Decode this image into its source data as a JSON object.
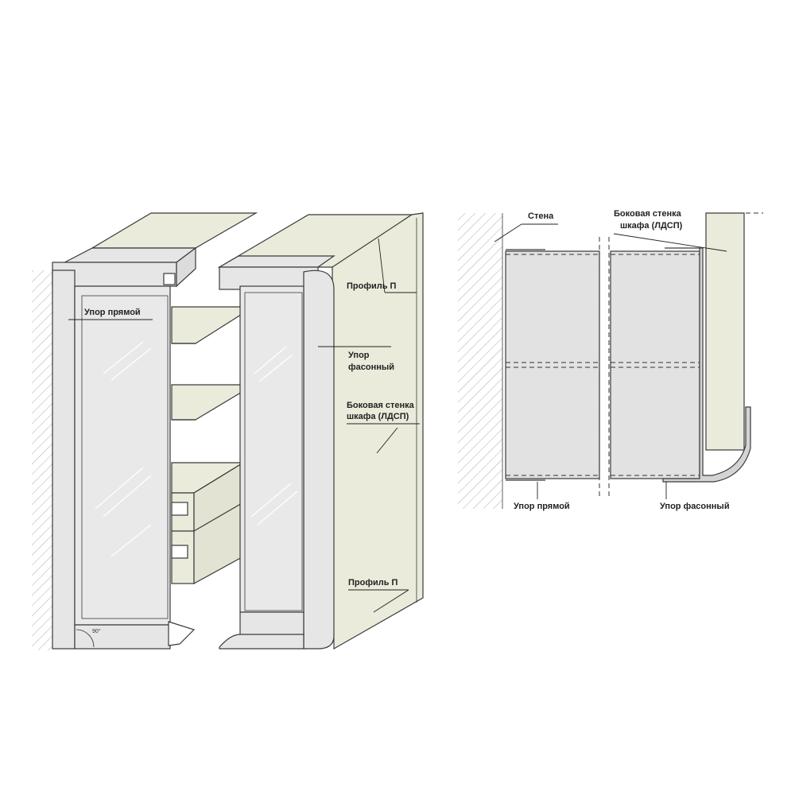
{
  "left_view": {
    "labels": {
      "straight_stop": "Упор прямой",
      "profile_top": "Профиль П",
      "shaped_stop_line1": "Упор",
      "shaped_stop_line2": "фасонный",
      "side_wall_line1": "Боковая стенка",
      "side_wall_line2": "шкафа (ЛДСП)",
      "profile_bottom": "Профиль П",
      "angle": "90°"
    }
  },
  "right_view": {
    "labels": {
      "wall": "Стена",
      "side_wall_line1": "Боковая стенка",
      "side_wall_line2": "шкафа (ЛДСП)",
      "straight_stop": "Упор прямой",
      "shaped_stop": "Упор фасонный"
    }
  },
  "colors": {
    "glass": "#c4e2f6",
    "panel": "#ebebdc",
    "profile": "#e6e6e6",
    "door_face": "#e2e2e2",
    "outline": "#3a3a3a"
  }
}
